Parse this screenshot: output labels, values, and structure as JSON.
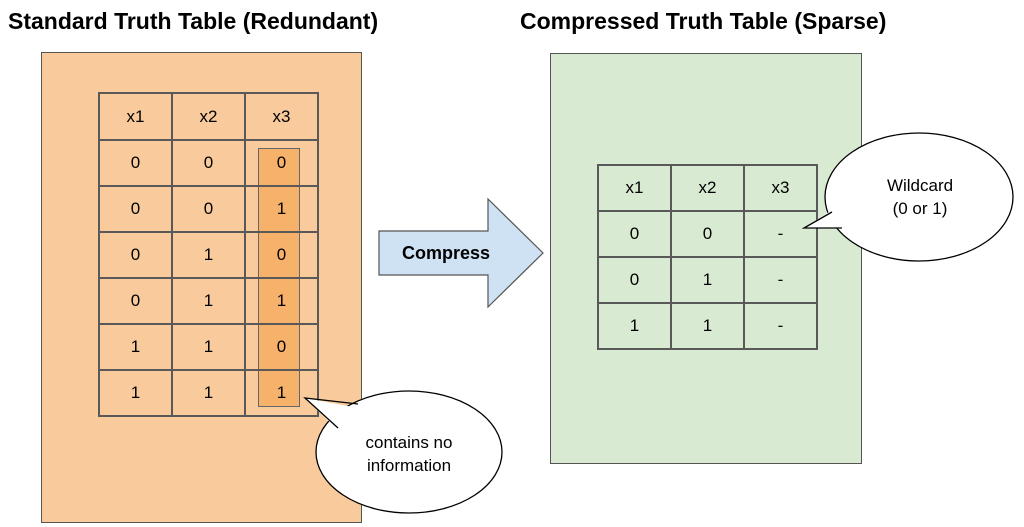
{
  "titles": {
    "left": "Standard Truth Table (Redundant)",
    "right": "Compressed Truth Table (Sparse)"
  },
  "standard_table": {
    "headers": [
      "x1",
      "x2",
      "x3"
    ],
    "rows": [
      [
        "0",
        "0",
        "0"
      ],
      [
        "0",
        "0",
        "1"
      ],
      [
        "0",
        "1",
        "0"
      ],
      [
        "0",
        "1",
        "1"
      ],
      [
        "1",
        "1",
        "0"
      ],
      [
        "1",
        "1",
        "1"
      ]
    ]
  },
  "compressed_table": {
    "headers": [
      "x1",
      "x2",
      "x3"
    ],
    "rows": [
      [
        "0",
        "0",
        "-"
      ],
      [
        "0",
        "1",
        "-"
      ],
      [
        "1",
        "1",
        "-"
      ]
    ]
  },
  "arrow": {
    "label": "Compress"
  },
  "callouts": {
    "left": {
      "line1": "contains no",
      "line2": "information"
    },
    "right": {
      "line1": "Wildcard",
      "line2": "(0 or 1)"
    }
  },
  "colors": {
    "left_panel": "#f9cb9c",
    "highlight_column": "#f6b26b",
    "right_panel": "#d9ead3",
    "arrow_fill": "#cfe2f3"
  }
}
